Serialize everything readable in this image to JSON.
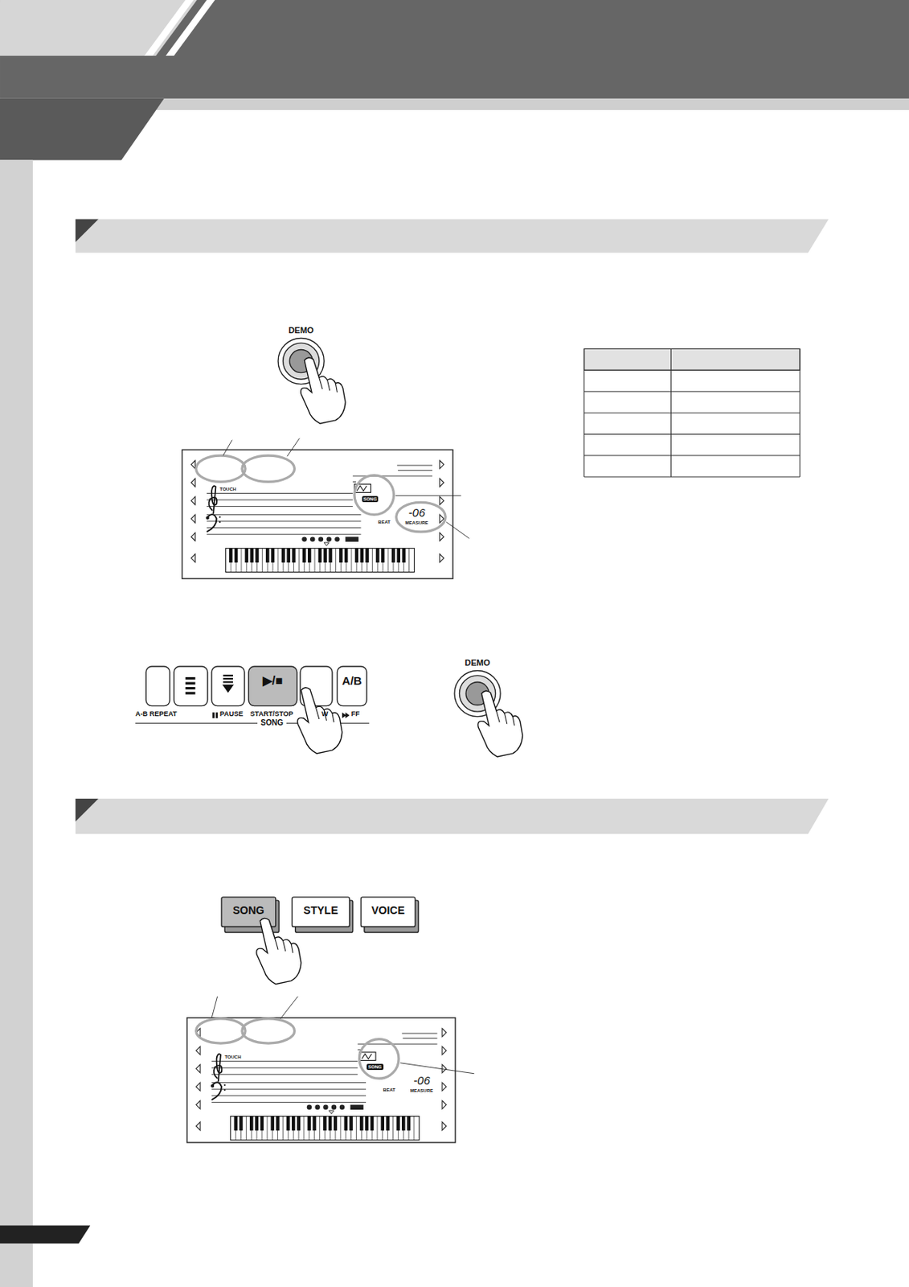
{
  "diagram": {
    "nodes": [
      {
        "text": [
          "DEMO"
        ]
      },
      {
        "text": [
          "▶/■"
        ]
      },
      {
        "text": [
          "A/B"
        ]
      },
      {
        "text": [
          "DEMO"
        ]
      },
      {
        "text": [
          "SONG"
        ]
      },
      {
        "text": [
          "STYLE"
        ]
      },
      {
        "text": [
          "VOICE"
        ]
      }
    ],
    "labels": [
      "TOUCH",
      "SONG",
      "BEAT",
      "-06",
      "MEASURE",
      "A-B REPEAT",
      "PAUSE",
      "START/STOP",
      "W",
      "FF",
      "SONG",
      "TOUCH",
      "SONG",
      "BEAT",
      "-06",
      "MEASURE"
    ]
  }
}
